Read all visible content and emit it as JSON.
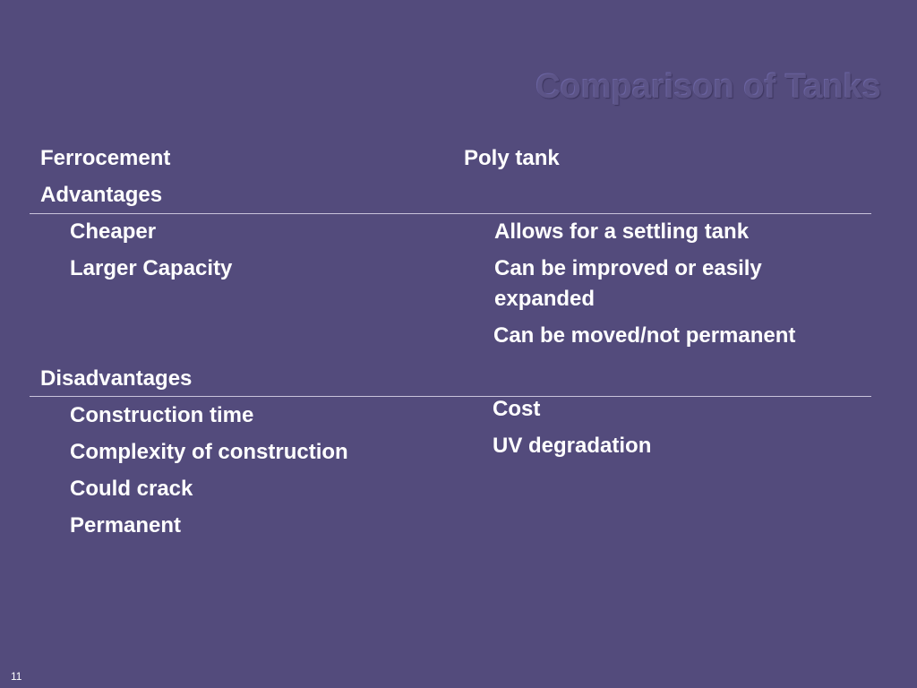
{
  "slide": {
    "title": "Comparison of Tanks",
    "number": "11",
    "background_color": "#534b7c"
  },
  "columns": {
    "left_header": "Ferrocement",
    "right_header": "Poly tank"
  },
  "advantages": {
    "heading": "Advantages",
    "ferrocement": [
      "Cheaper",
      "Larger Capacity"
    ],
    "poly_tank": [
      "Allows for a settling tank",
      "Can be improved or easily",
      "expanded",
      "Can be moved/not permanent"
    ]
  },
  "disadvantages": {
    "heading": "Disadvantages",
    "ferrocement": [
      "Construction time",
      "Complexity of construction",
      "Could crack",
      "Permanent"
    ],
    "poly_tank": [
      "Cost",
      "UV degradation"
    ]
  }
}
